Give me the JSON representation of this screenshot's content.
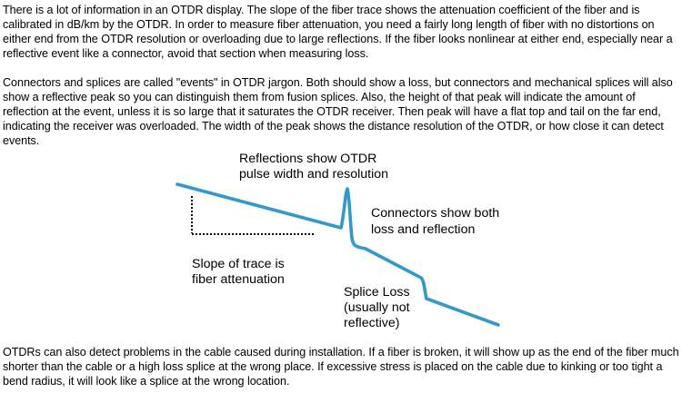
{
  "paragraphs": [
    "There is a lot of information in an OTDR display. The slope of the fiber trace shows the attenuation coefficient of the fiber and is calibrated in dB/km by the OTDR. In order to measure fiber attenuation, you need a fairly long length of fiber with no distortions on either end from the OTDR resolution or overloading due to large reflections. If the fiber looks nonlinear at either end, especially near a reflective event like a connector, avoid that section when measuring loss.",
    "Connectors and splices are called \"events\" in OTDR jargon. Both should show a loss, but connectors and mechanical splices will also show a reflective peak so you can distinguish them from fusion splices. Also, the height of that peak will indicate the amount of reflection at the event, unless it is so large that it saturates the OTDR receiver. Then peak will have a flat top and tail on the far end, indicating the receiver was overloaded. The width of the peak shows the distance resolution of the OTDR, or how close it can detect events.",
    "OTDRs can also detect problems in the cable caused during installation. If a fiber is broken, it will show up as the end of the fiber much shorter than the cable or a high loss splice at the wrong place. If excessive stress is placed on the cable due to kinking or too tight a bend radius, it will look like a splice at the wrong location."
  ],
  "diagram": {
    "labels": {
      "reflections_line1": "Reflections show OTDR",
      "reflections_line2": "pulse width and resolution",
      "connectors_line1": "Connectors show both",
      "connectors_line2": "loss and reflection",
      "slope_line1": "Slope of trace is",
      "slope_line2": "fiber attenuation",
      "splice_line1": "Splice Loss",
      "splice_line2": "(usually not",
      "splice_line3": "reflective)"
    },
    "colors": {
      "trace": "#3399cc",
      "dots": "#000000"
    }
  }
}
